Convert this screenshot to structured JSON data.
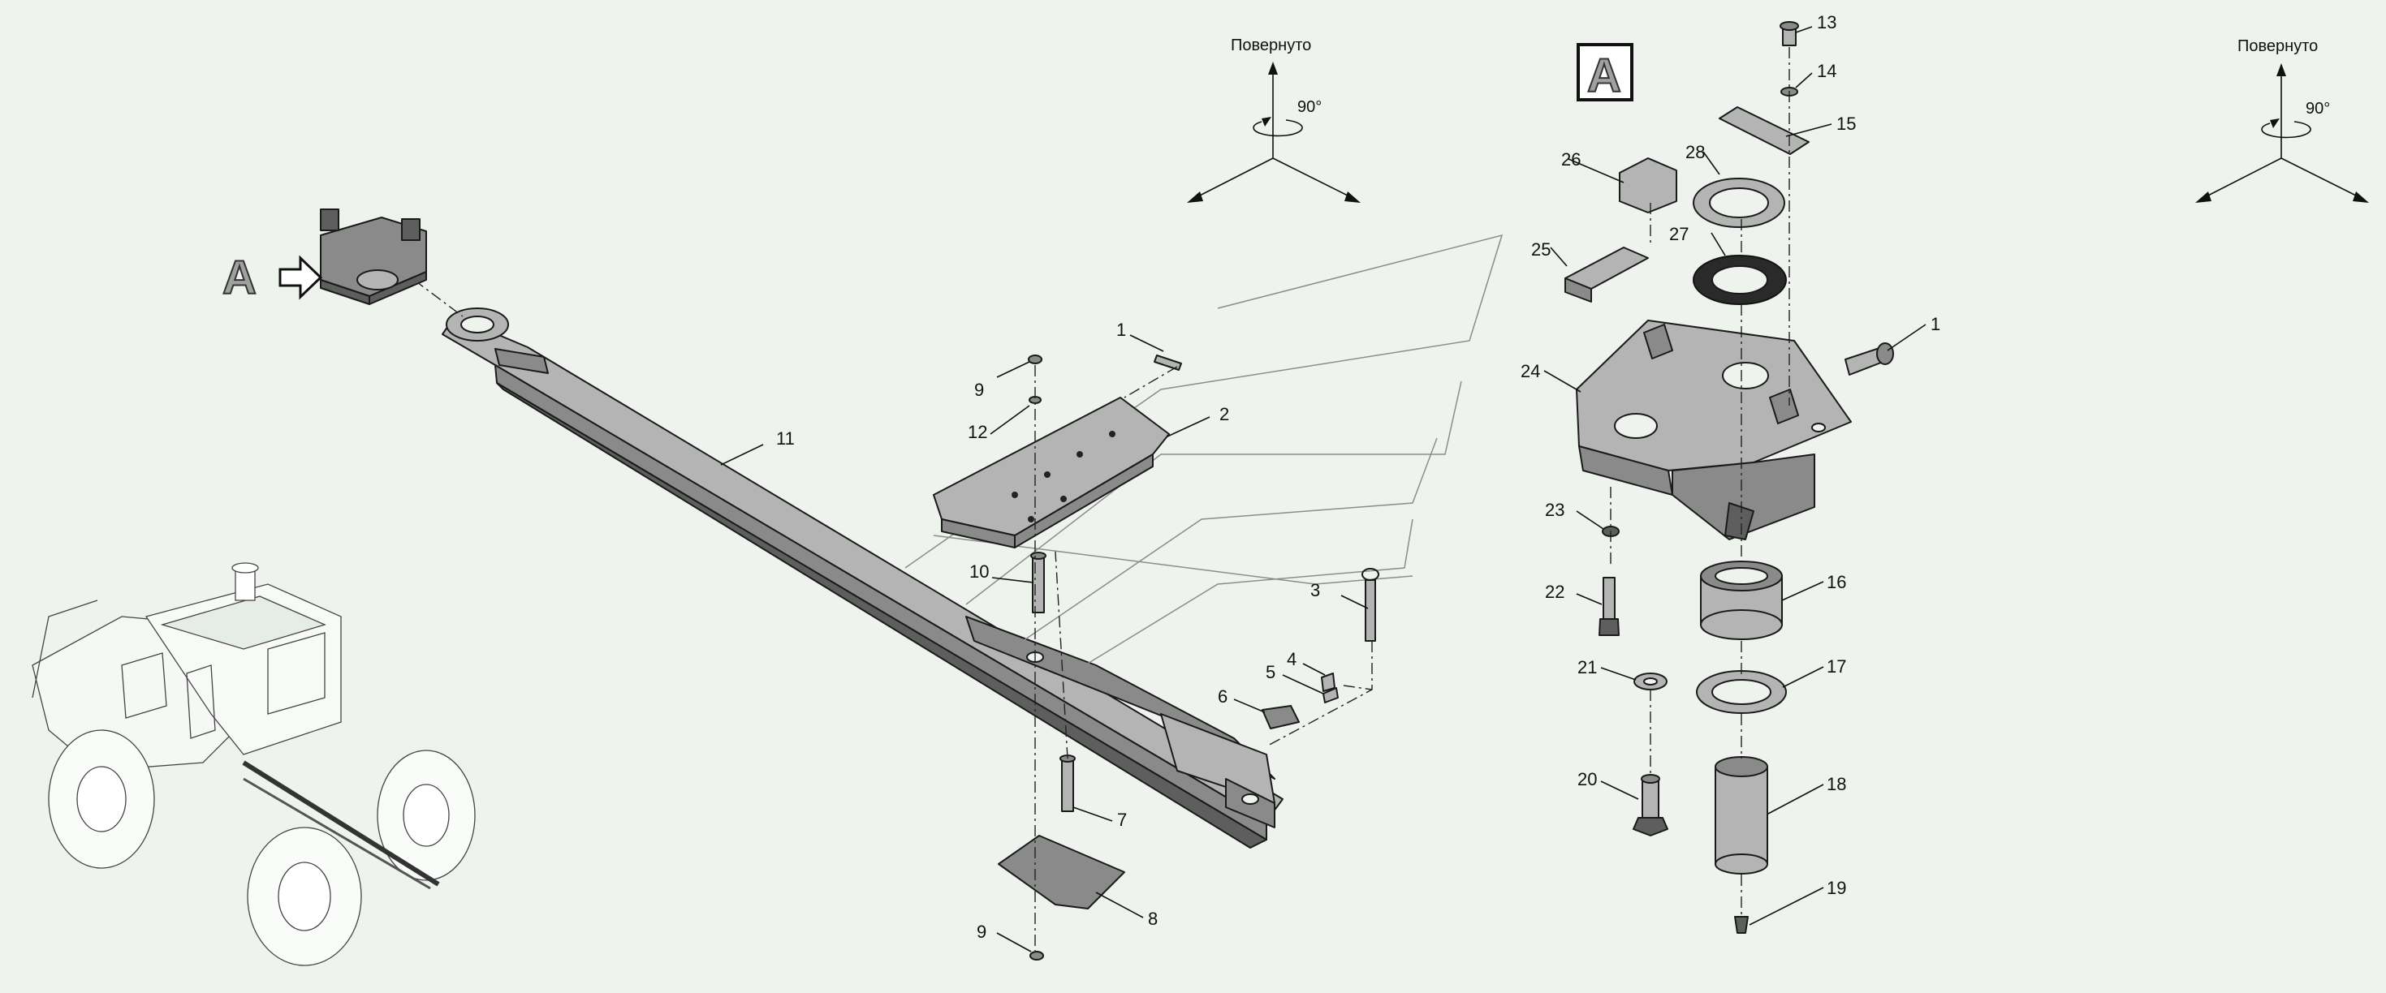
{
  "orientation_left": {
    "label": "Повернуто",
    "angle": "90°"
  },
  "orientation_right": {
    "label": "Повернуто",
    "angle": "90°"
  },
  "view_marker_left": "A",
  "view_marker_right": "A",
  "callouts": {
    "n1a": "1",
    "n1b": "1",
    "n2": "2",
    "n3": "3",
    "n4": "4",
    "n5": "5",
    "n6": "6",
    "n7": "7",
    "n8": "8",
    "n9a": "9",
    "n9b": "9",
    "n10": "10",
    "n11": "11",
    "n12": "12",
    "n13": "13",
    "n14": "14",
    "n15": "15",
    "n16": "16",
    "n17": "17",
    "n18": "18",
    "n19": "19",
    "n20": "20",
    "n21": "21",
    "n22": "22",
    "n23": "23",
    "n24": "24",
    "n25": "25",
    "n26": "26",
    "n27": "27",
    "n28": "28"
  },
  "colors": {
    "background": "#eef3ee",
    "part_fill": "#8a8a8a",
    "line": "#1a1a1a"
  }
}
